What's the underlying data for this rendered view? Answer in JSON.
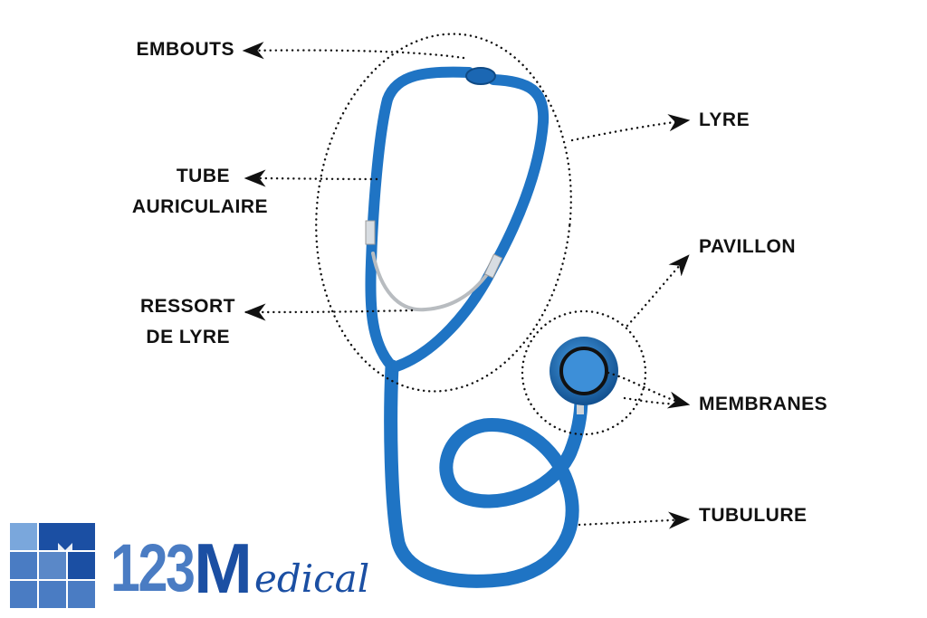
{
  "labels": {
    "embouts": "EMBOUTS",
    "lyre": "LYRE",
    "tube_line1": "TUBE",
    "tube_line2": "AURICULAIRE",
    "ressort_line1": "RESSORT",
    "ressort_line2": "DE LYRE",
    "pavillon": "PAVILLON",
    "membranes": "MEMBRANES",
    "tubulure": "TUBULURE"
  },
  "logo": {
    "numbers": "123",
    "m": "M",
    "rest": "edical"
  },
  "colors": {
    "tube": "#1f74c4",
    "tube_dark": "#155a9e",
    "logo_dark": "#1b4fa3",
    "logo_mid": "#4a7cc3",
    "logo_light": "#7aa7dc"
  }
}
